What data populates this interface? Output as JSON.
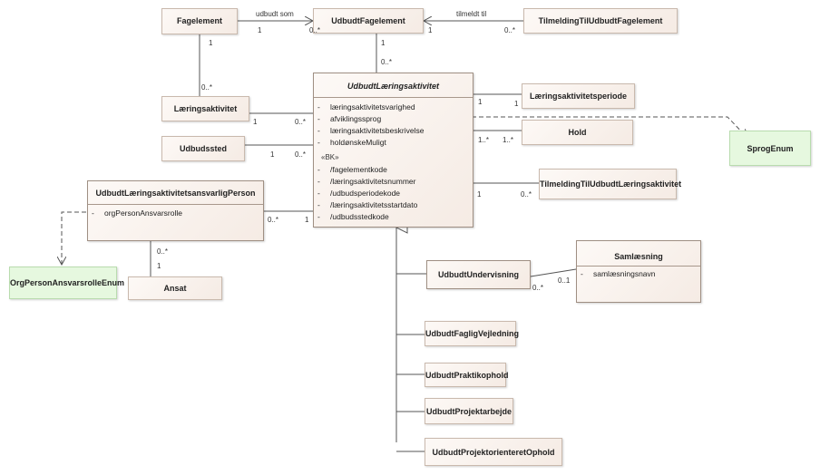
{
  "classes": {
    "fagelement": "Fagelement",
    "udbudt_fagelement": "UdbudtFagelement",
    "tilmelding_til_udbudt_fagelement": "TilmeldingTilUdbudtFagelement",
    "laeringsaktivitet": "Læringsaktivitet",
    "udbudssted": "Udbudssted",
    "laeringsaktivitetsperiode": "Læringsaktivitetsperiode",
    "hold": "Hold",
    "sprog_enum": "SprogEnum",
    "tilmelding_til_udbudt_laeringsaktivitet": "TilmeldingTilUdbudtLæringsaktivitet",
    "ansat": "Ansat",
    "org_person_ansvarsrolle_enum": "OrgPersonAnsvarsrolleEnum",
    "udbudt_undervisning": "UdbudtUndervisning",
    "udbudt_faglig_vejledning": "UdbudtFagligVejledning",
    "udbudt_praktikophold": "UdbudtPraktikophold",
    "udbudt_projektarbejde": "UdbudtProjektarbejde",
    "udbudt_projektorienteret_ophold": "UdbudtProjektorienteretOphold"
  },
  "main_class": {
    "name": "UdbudtLæringsaktivitet",
    "attributes": [
      {
        "vis": "-",
        "name": "læringsaktivitetsvarighed"
      },
      {
        "vis": "-",
        "name": "afviklingssprog"
      },
      {
        "vis": "-",
        "name": "læringsaktivitetsbeskrivelse"
      },
      {
        "vis": "-",
        "name": "holdønskeMuligt"
      }
    ],
    "stereotype": "«BK»",
    "bk_attributes": [
      {
        "vis": "-",
        "name": "/fagelementkode"
      },
      {
        "vis": "-",
        "name": "/læringsaktivitetsnummer"
      },
      {
        "vis": "-",
        "name": "/udbudsperiodekode"
      },
      {
        "vis": "-",
        "name": "/læringsaktivitetsstartdato"
      },
      {
        "vis": "-",
        "name": "/udbudsstedkode"
      }
    ]
  },
  "person_class": {
    "name": "UdbudtLæringsaktivitetsansvarligPerson",
    "attributes": [
      {
        "vis": "-",
        "name": "orgPersonAnsvarsrolle"
      }
    ]
  },
  "samlaesning_class": {
    "name": "Samlæsning",
    "attributes": [
      {
        "vis": "-",
        "name": "samlæsningsnavn"
      }
    ]
  },
  "association_labels": {
    "udbudt_som": "udbudt som",
    "tilmeldt_til": "tilmeldt til"
  },
  "multiplicities": {
    "fag_udbudt_src": "1",
    "fag_udbudt_dst": "0..*",
    "tilm_src": "1",
    "tilm_dst": "0..*",
    "udbfag_1": "1",
    "udbfag_many": "0..*",
    "fag_1": "1",
    "laer_many": "0..*",
    "laer_1": "1",
    "laer_main": "0..*",
    "udbst_1": "1",
    "udbst_main": "0..*",
    "periode_main": "1",
    "periode_1": "1",
    "hold_main": "1..*",
    "hold_many": "1..*",
    "tilmlaer_main": "1",
    "tilmlaer_many": "0..*",
    "person_many": "0..*",
    "person_main": "1",
    "ansat_many": "0..*",
    "ansat_1": "1",
    "samlaes_many": "0..*",
    "samlaes_opt": "0..1"
  },
  "colors": {
    "class_fill": "#f5ebe4",
    "class_border": "#c9b9ad",
    "enum_fill": "#e6f8df",
    "enum_border": "#b9dcae",
    "line": "#555555"
  }
}
